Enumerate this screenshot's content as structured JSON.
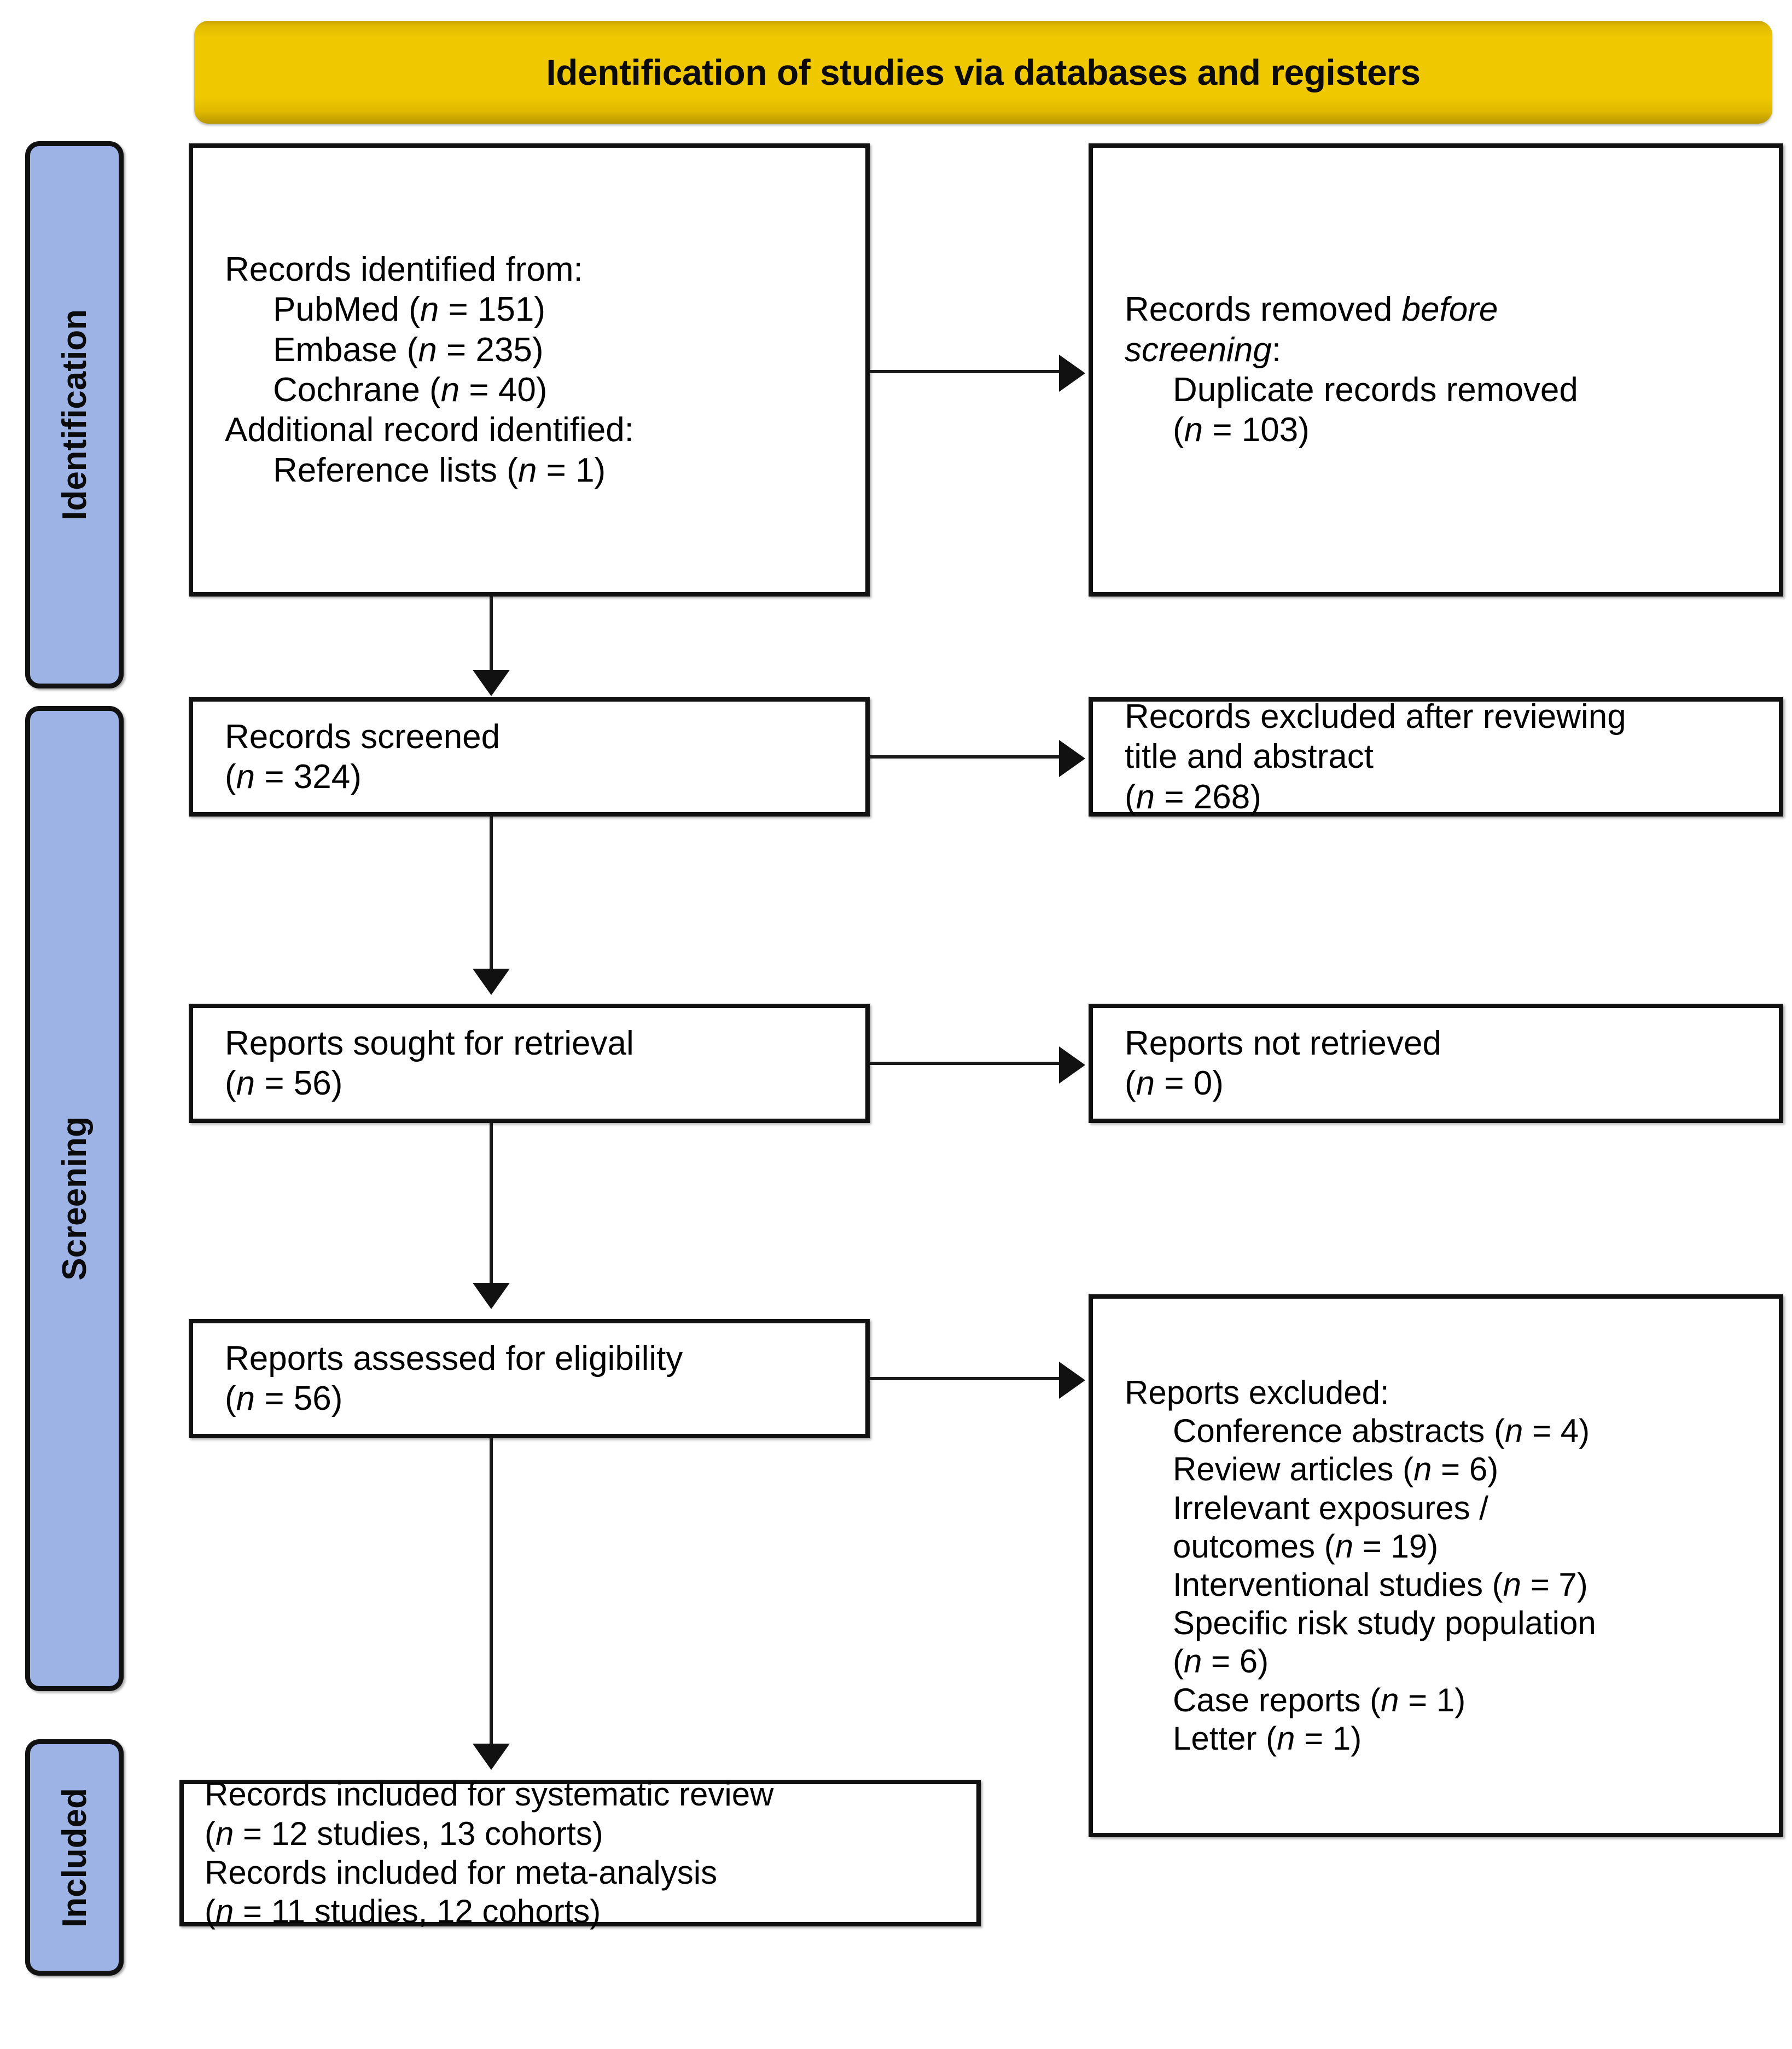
{
  "banner": {
    "title": "Identification of studies via databases and registers",
    "color": "#efc800"
  },
  "rails": {
    "color": "#9db3e6",
    "identification": "Identification",
    "screening": "Screening",
    "included": "Included"
  },
  "boxes": {
    "identified": {
      "l1": "Records identified from:",
      "l2": "PubMed (",
      "l2n": "n",
      "l2v": " = 151)",
      "l3": "Embase (",
      "l3n": "n",
      "l3v": " = 235)",
      "l4": "Cochrane (",
      "l4n": "n",
      "l4v": " = 40)",
      "l5": "Additional record identified:",
      "l6": "Reference lists (",
      "l6n": "n",
      "l6v": " = 1)"
    },
    "removed": {
      "l1a": "Records removed ",
      "l1b": "before",
      "l2a": "screening",
      "l2b": ":",
      "l3": "Duplicate records removed",
      "l4a": "(",
      "l4n": "n",
      "l4b": " = 103)"
    },
    "screened": {
      "l1": "Records screened",
      "l2a": "(",
      "l2n": "n",
      "l2b": " = 324)"
    },
    "excluded_ta": {
      "l1": "Records excluded after reviewing",
      "l2": "title and abstract",
      "l3a": "(",
      "l3n": "n",
      "l3b": " = 268)"
    },
    "sought": {
      "l1": "Reports sought for retrieval",
      "l2a": "(",
      "l2n": "n",
      "l2b": " = 56)"
    },
    "not_retrieved": {
      "l1": "Reports not retrieved",
      "l2a": "(",
      "l2n": "n",
      "l2b": " = 0)"
    },
    "assessed": {
      "l1": "Reports assessed for eligibility",
      "l2a": "(",
      "l2n": "n",
      "l2b": " = 56)"
    },
    "reports_excluded": {
      "l1": "Reports excluded:",
      "l2": "Conference abstracts (",
      "l2n": "n",
      "l2v": " = 4)",
      "l3": "Review articles (",
      "l3n": "n",
      "l3v": " = 6)",
      "l4": "Irrelevant exposures /",
      "l5": "outcomes (",
      "l5n": "n",
      "l5v": " = 19)",
      "l6": "Interventional studies (",
      "l6n": "n",
      "l6v": " = 7)",
      "l7": "Specific risk study population",
      "l8": "(",
      "l8n": "n",
      "l8v": " = 6)",
      "l9": "Case reports (",
      "l9n": "n",
      "l9v": " = 1)",
      "l10": "Letter (",
      "l10n": "n",
      "l10v": " = 1)"
    },
    "included": {
      "l1": "Records included for systematic review",
      "l2a": "(",
      "l2n": "n",
      "l2b": " = 12 studies, 13 cohorts)",
      "l3": "Records included for meta-analysis",
      "l4a": "(",
      "l4n": "n",
      "l4b": " = 11 studies, 12 cohorts)"
    }
  }
}
